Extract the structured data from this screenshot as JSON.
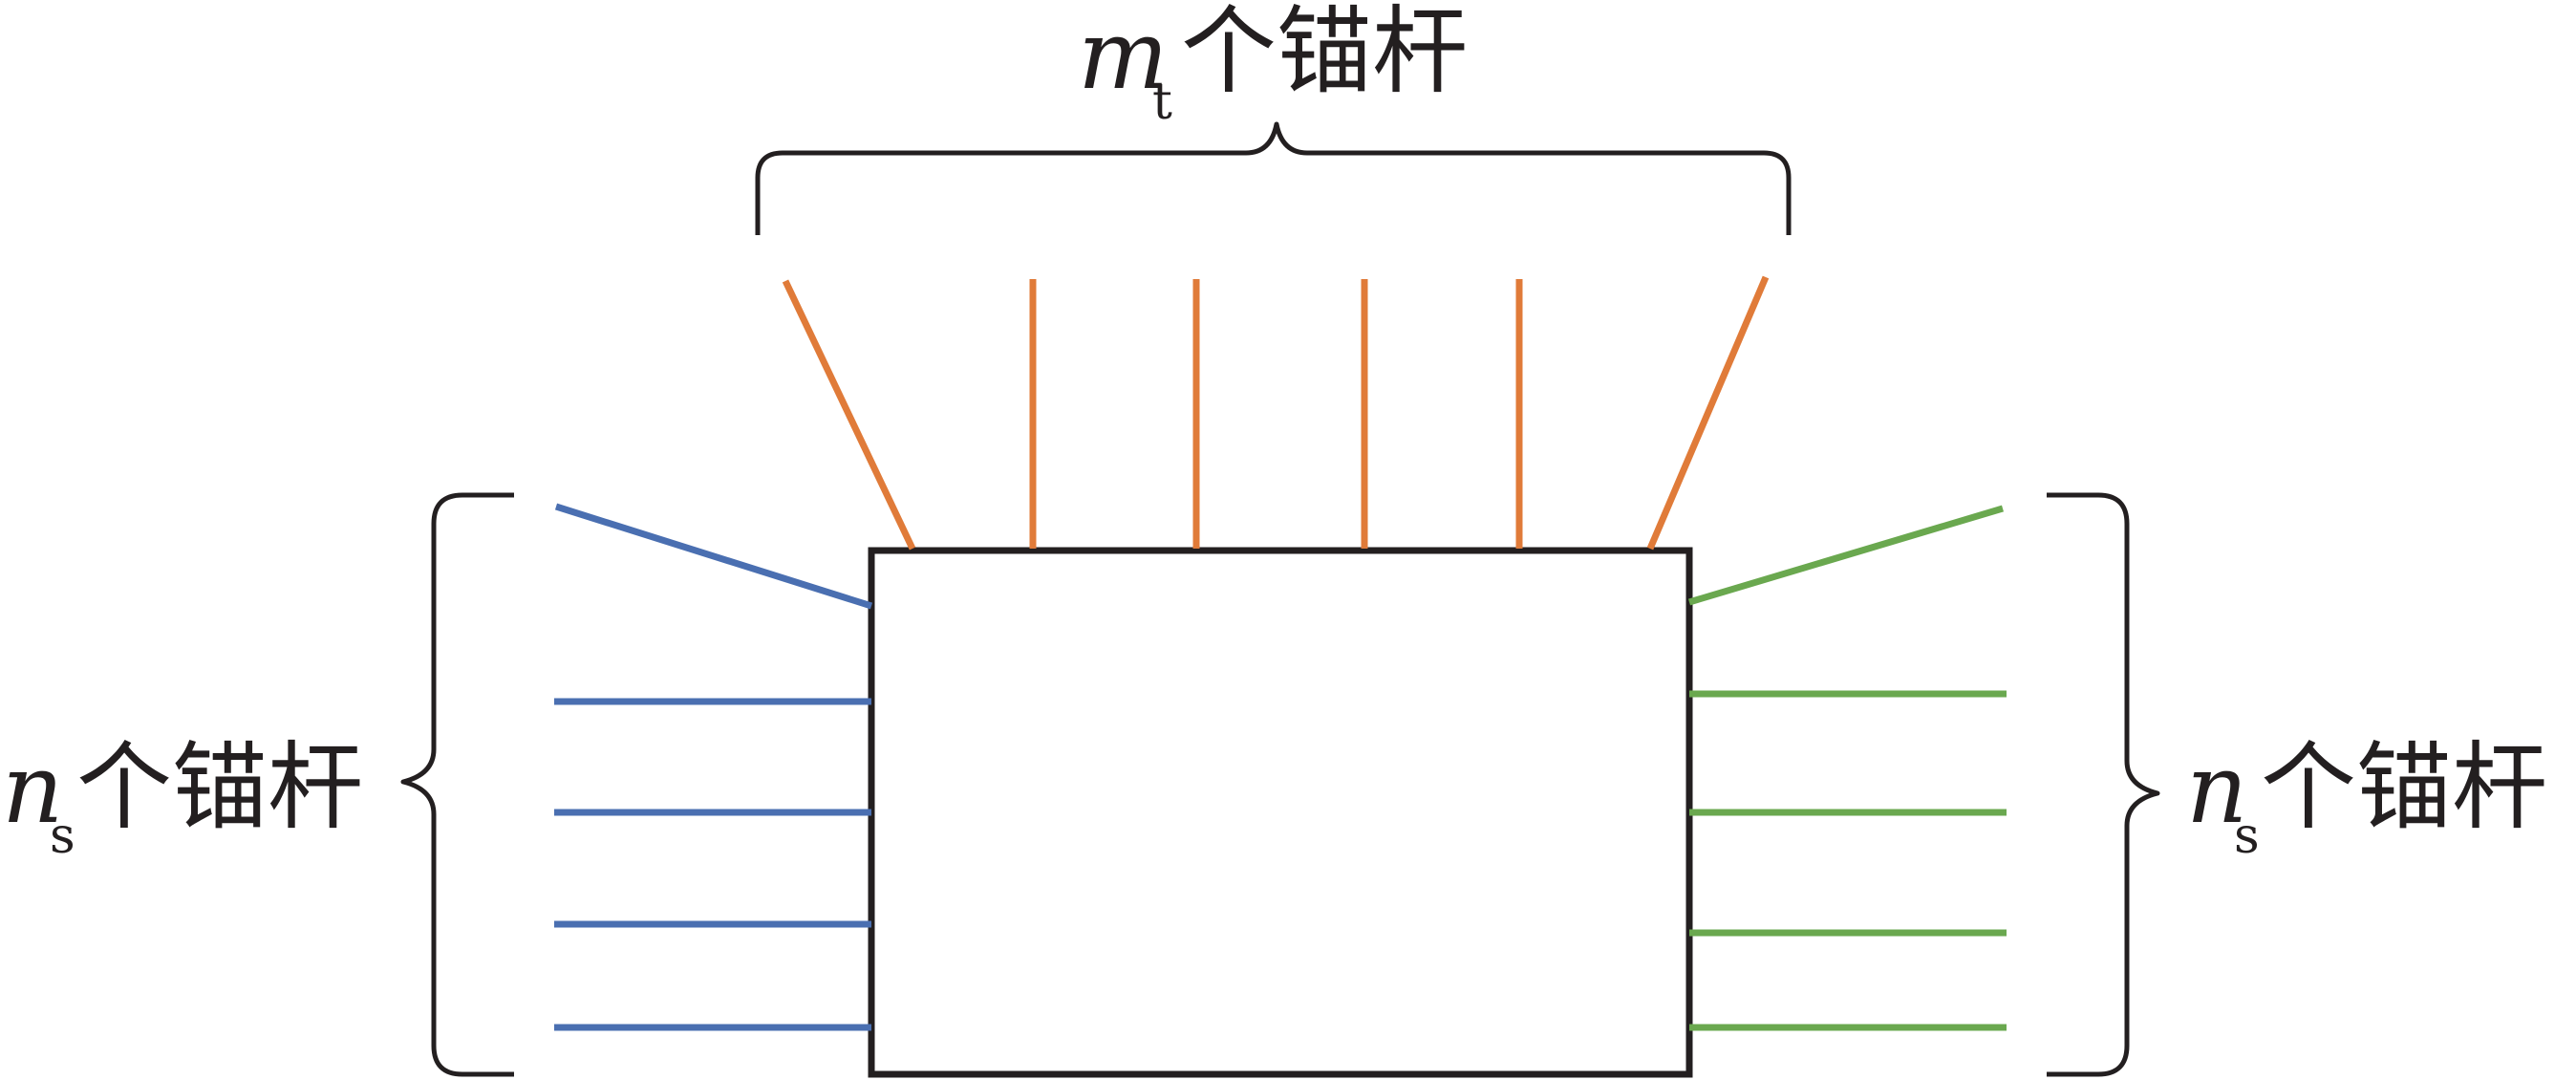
{
  "colors": {
    "outline": "#231f20",
    "top_anchor": "#e07b39",
    "left_anchor": "#4a6fb1",
    "right_anchor": "#6aa84f"
  },
  "labels": {
    "top": {
      "var": "m",
      "sub": "t",
      "text": "个锚杆"
    },
    "left": {
      "var": "n",
      "sub": "s",
      "text": "个锚杆"
    },
    "right": {
      "var": "n",
      "sub": "s",
      "text": "个锚杆"
    }
  }
}
